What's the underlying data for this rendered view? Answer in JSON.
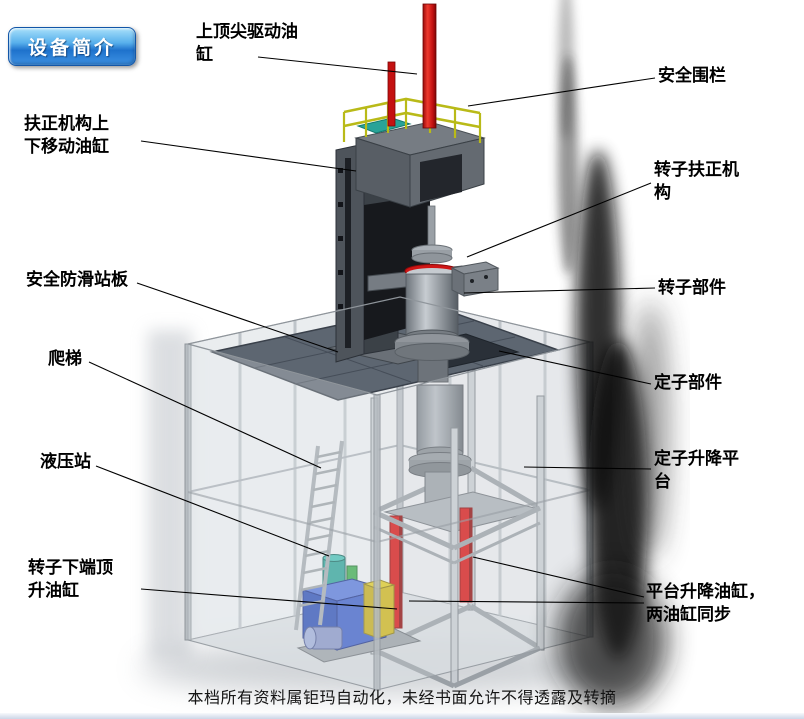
{
  "badge": {
    "label": "设备简介"
  },
  "callouts": {
    "top_spindle_cylinder": "上顶尖驱动油\n缸",
    "safety_fence": "安全围栏",
    "centering_lift_cylinder": "扶正机构上\n下移动油缸",
    "rotor_centering_mechanism": "转子扶正机\n构",
    "antislip_platform": "安全防滑站板",
    "rotor_component": "转子部件",
    "ladder": "爬梯",
    "stator_component": "定子部件",
    "hydraulic_station": "液压站",
    "stator_lift_platform": "定子升降平\n台",
    "rotor_bottom_jack_cylinder": "转子下端顶\n升油缸",
    "platform_lift_cylinders": "平台升降油缸，\n两油缸同步"
  },
  "footer": {
    "text": "本档所有资料属钜玛自动化，未经书面允许不得透露及转摘"
  },
  "colors": {
    "badge_blue": "#2f8be0",
    "cylinder_red": "#d61717",
    "railing_yellow": "#b9ba18",
    "hydraulic_blue": "#3a5cc6",
    "accumulator_yellow": "#ddc825",
    "pump_teal": "#2aa095",
    "platform_gray": "#5d6671"
  }
}
